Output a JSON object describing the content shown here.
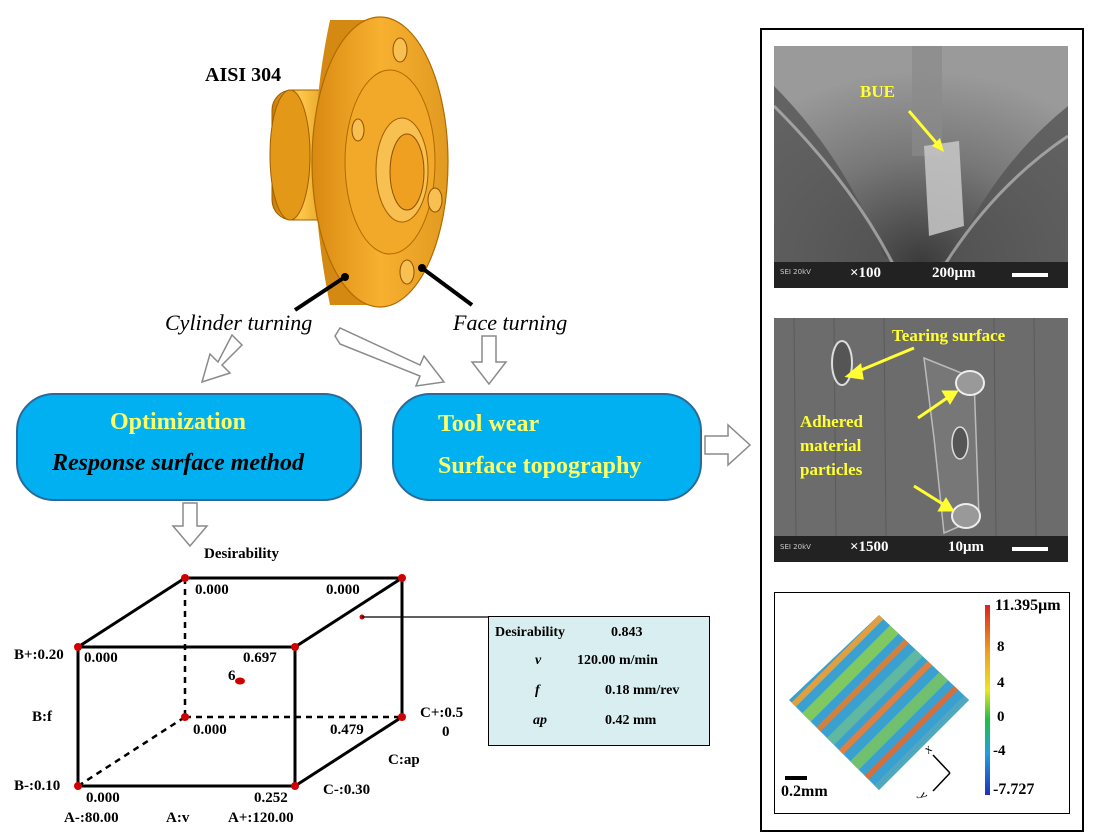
{
  "material_label": "AISI 304",
  "operations": {
    "cylinder": "Cylinder turning",
    "face": "Face turning"
  },
  "optimization_box": {
    "title": "Optimization",
    "subtitle": "Response surface method"
  },
  "toolwear_box": {
    "line1": "Tool wear",
    "line2": "Surface topography"
  },
  "desirability_cube": {
    "title": "Desirability",
    "corner_values": {
      "top_back_left": "0.000",
      "top_back_right": "0.000",
      "top_front_left": "0.000",
      "top_front_right": "0.697",
      "bottom_back_left": "0.000",
      "bottom_back_right": "0.479",
      "bottom_front_left": "0.000",
      "bottom_front_right": "0.252"
    },
    "center_label": "6",
    "axis_labels": {
      "b_plus": "B+:0.20",
      "b_axis": "B:f",
      "b_minus": "B-:0.10",
      "a_minus": "A-:80.00",
      "a_axis": "A:v",
      "a_plus": "A+:120.00",
      "c_plus_1": "C+:0.5",
      "c_plus_2": "0",
      "c_axis": "C:ap",
      "c_minus": "C-:0.30"
    }
  },
  "optimum": {
    "rows": [
      {
        "key": "Desirability",
        "value": "0.843"
      },
      {
        "key": "v",
        "value": "120.00 m/min"
      },
      {
        "key": "f",
        "value": "0.18 mm/rev"
      },
      {
        "key": "ap",
        "value": "0.42 mm"
      }
    ]
  },
  "sem1": {
    "annotation": "BUE",
    "mag": "×100",
    "scale": "200μm",
    "tag": "SEI   20kV"
  },
  "sem2": {
    "annotation1": "Tearing surface",
    "annotation2_l1": "Adhered",
    "annotation2_l2": "material",
    "annotation2_l3": "particles",
    "mag": "×1500",
    "scale": "10μm",
    "tag": "SEI   20kV"
  },
  "topography": {
    "colorbar_labels": [
      "11.395μm",
      "8",
      "4",
      "0",
      "-4",
      "-7.727"
    ],
    "scale_label": "0.2mm",
    "axis_x": "x",
    "axis_y": "y"
  },
  "colors": {
    "bubble": "#00b0f0",
    "bubble_title": "#ffff66",
    "part": "#f0a020",
    "info_bg": "#d9eef0",
    "sem_text": "#ffff33"
  }
}
